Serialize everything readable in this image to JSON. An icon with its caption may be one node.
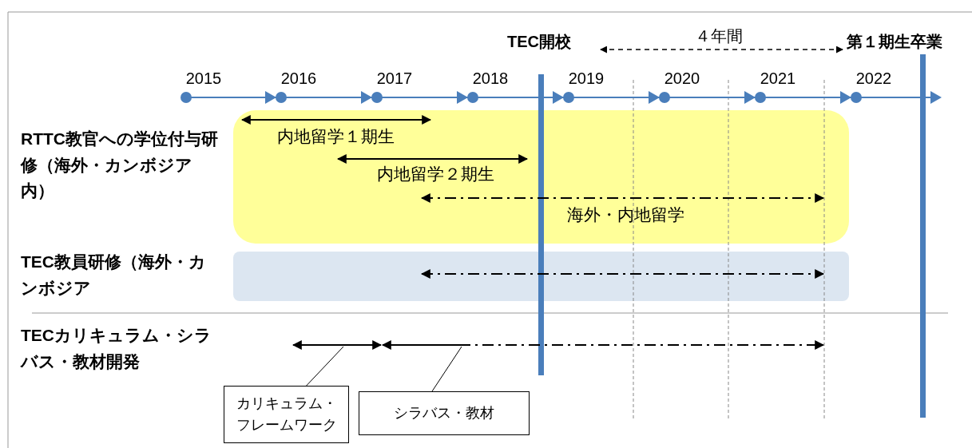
{
  "diagram": {
    "nodes": [
      {
        "text": [
          "カリキュラム・フレームワーク"
        ]
      },
      {
        "text": [
          "シラバス・教材"
        ]
      }
    ],
    "edges": [
      {
        "from": 0,
        "to": null,
        "arrow": "none"
      },
      {
        "from": 1,
        "to": null,
        "arrow": "none"
      }
    ],
    "labels": [
      "TEC開校",
      "４年間",
      "第１期生卒業",
      "2015",
      "2016",
      "2017",
      "2018",
      "2019",
      "2020",
      "2021",
      "2022",
      "RTTC教官への学位付与研修（海外・カンボジア内）",
      "内地留学１期生",
      "内地留学２期生",
      "海外・内地留学",
      "TEC教員研修（海外・カンボジア",
      "TECカリキュラム・シラバス・教材開発"
    ]
  }
}
